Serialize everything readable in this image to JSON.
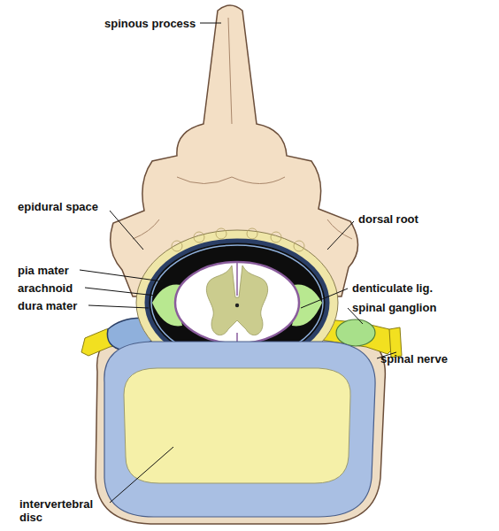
{
  "diagram": {
    "labels": [
      "spinous process",
      "epidural space",
      "dorsal root",
      "pia mater",
      "arachnoid",
      "dura mater",
      "denticulate lig.",
      "spinal ganglion",
      "spinal nerve",
      "intervertebral disc"
    ]
  }
}
